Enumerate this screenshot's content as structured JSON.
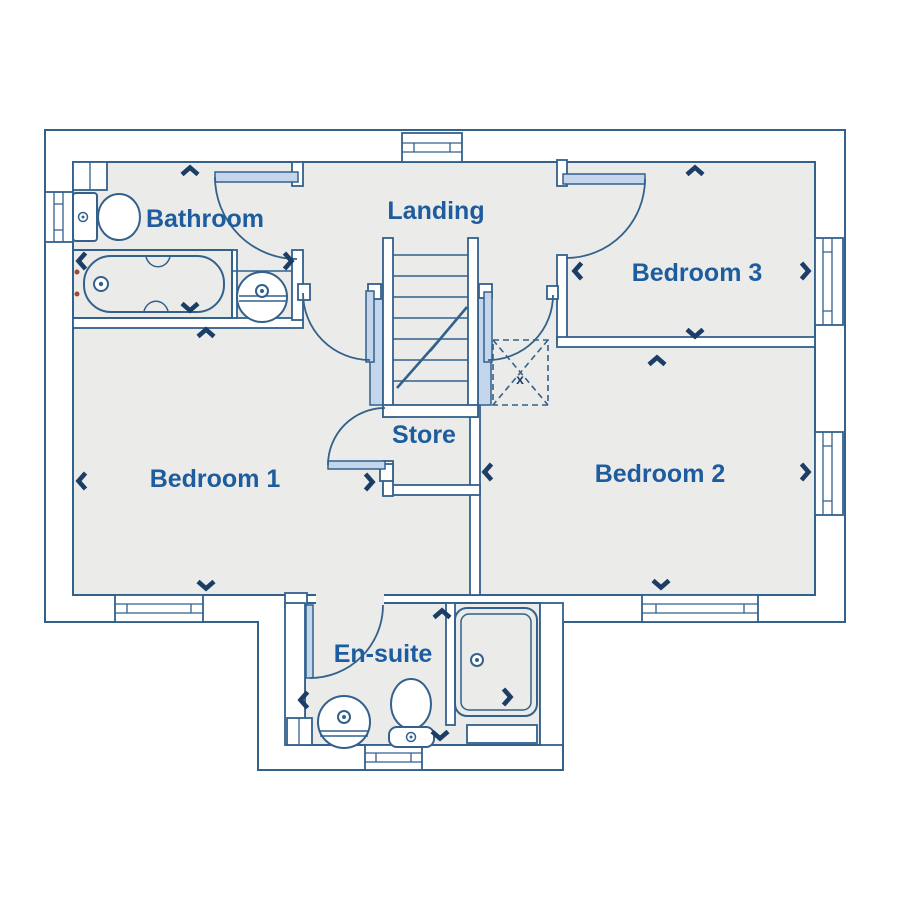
{
  "theme": {
    "line_color": "#33618c",
    "label_color": "#1d5c9e",
    "arrow_color": "#1c3e66",
    "floor_color": "#ebebe9",
    "fitting_color": "#c3d6ec",
    "tap_dot_color": "#9c4a38",
    "background_color": "#ffffff"
  },
  "plan": {
    "rooms": [
      {
        "id": "bathroom",
        "label": "Bathroom"
      },
      {
        "id": "landing",
        "label": "Landing"
      },
      {
        "id": "bedroom-3",
        "label": "Bedroom 3"
      },
      {
        "id": "bedroom-1",
        "label": "Bedroom 1"
      },
      {
        "id": "store",
        "label": "Store"
      },
      {
        "id": "bedroom-2",
        "label": "Bedroom 2"
      },
      {
        "id": "en-suite",
        "label": "En-suite"
      }
    ],
    "loft_hatch_mark": "x",
    "fixtures": {
      "bathroom": [
        "toilet-icon",
        "bath-icon",
        "basin-icon"
      ],
      "en_suite": [
        "shower-icon",
        "toilet-icon",
        "basin-icon"
      ],
      "landing": [
        "staircase-icon",
        "loft-hatch-icon"
      ]
    }
  }
}
